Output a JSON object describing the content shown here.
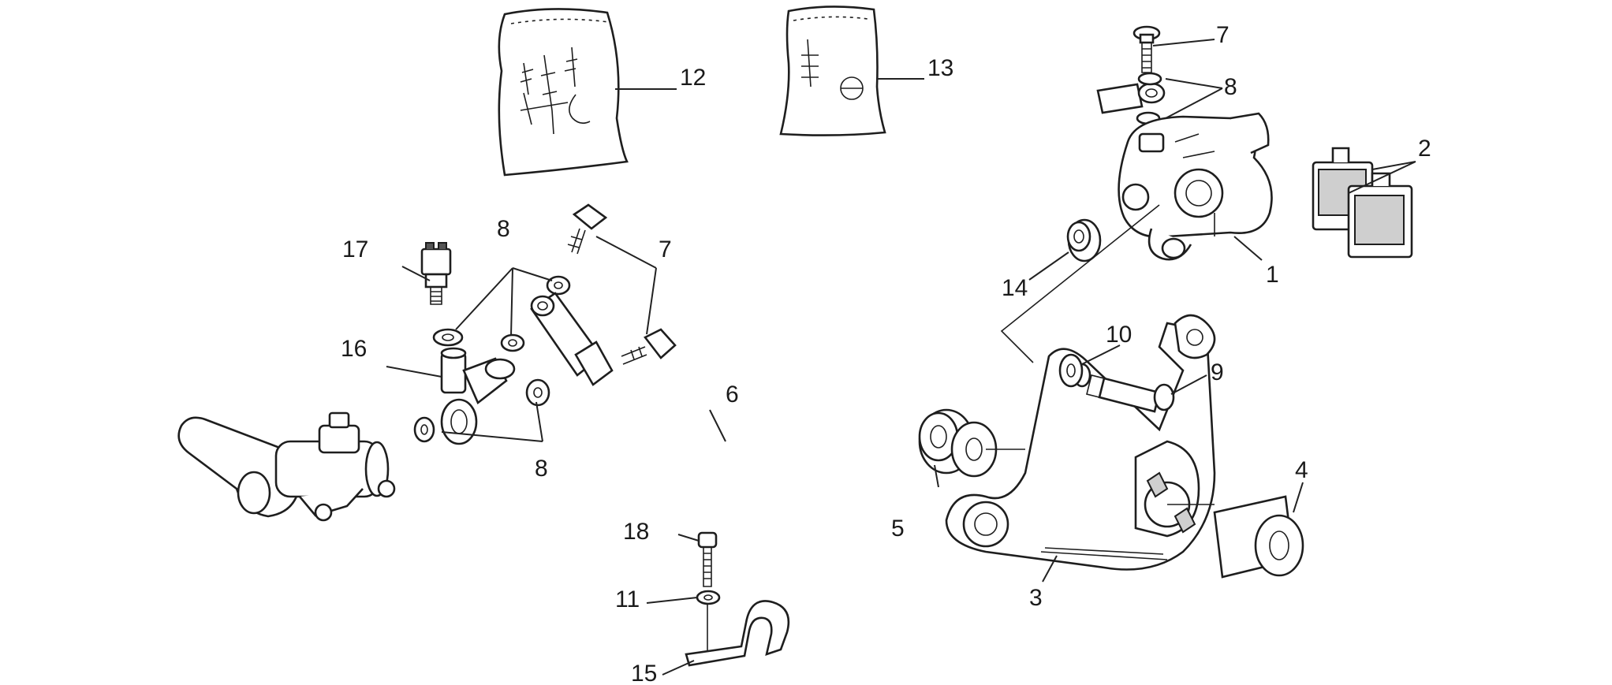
{
  "diagram": {
    "callouts": [
      {
        "id": "1",
        "text": "1"
      },
      {
        "id": "2",
        "text": "2"
      },
      {
        "id": "3",
        "text": "3"
      },
      {
        "id": "4",
        "text": "4"
      },
      {
        "id": "5",
        "text": "5"
      },
      {
        "id": "6",
        "text": "6"
      },
      {
        "id": "7a",
        "text": "7"
      },
      {
        "id": "7b",
        "text": "7"
      },
      {
        "id": "8a",
        "text": "8"
      },
      {
        "id": "8b",
        "text": "8"
      },
      {
        "id": "8c",
        "text": "8"
      },
      {
        "id": "9",
        "text": "9"
      },
      {
        "id": "10",
        "text": "10"
      },
      {
        "id": "11",
        "text": "11"
      },
      {
        "id": "12",
        "text": "12"
      },
      {
        "id": "13",
        "text": "13"
      },
      {
        "id": "14",
        "text": "14"
      },
      {
        "id": "15",
        "text": "15"
      },
      {
        "id": "16",
        "text": "16"
      },
      {
        "id": "17",
        "text": "17"
      },
      {
        "id": "18",
        "text": "18"
      }
    ]
  }
}
